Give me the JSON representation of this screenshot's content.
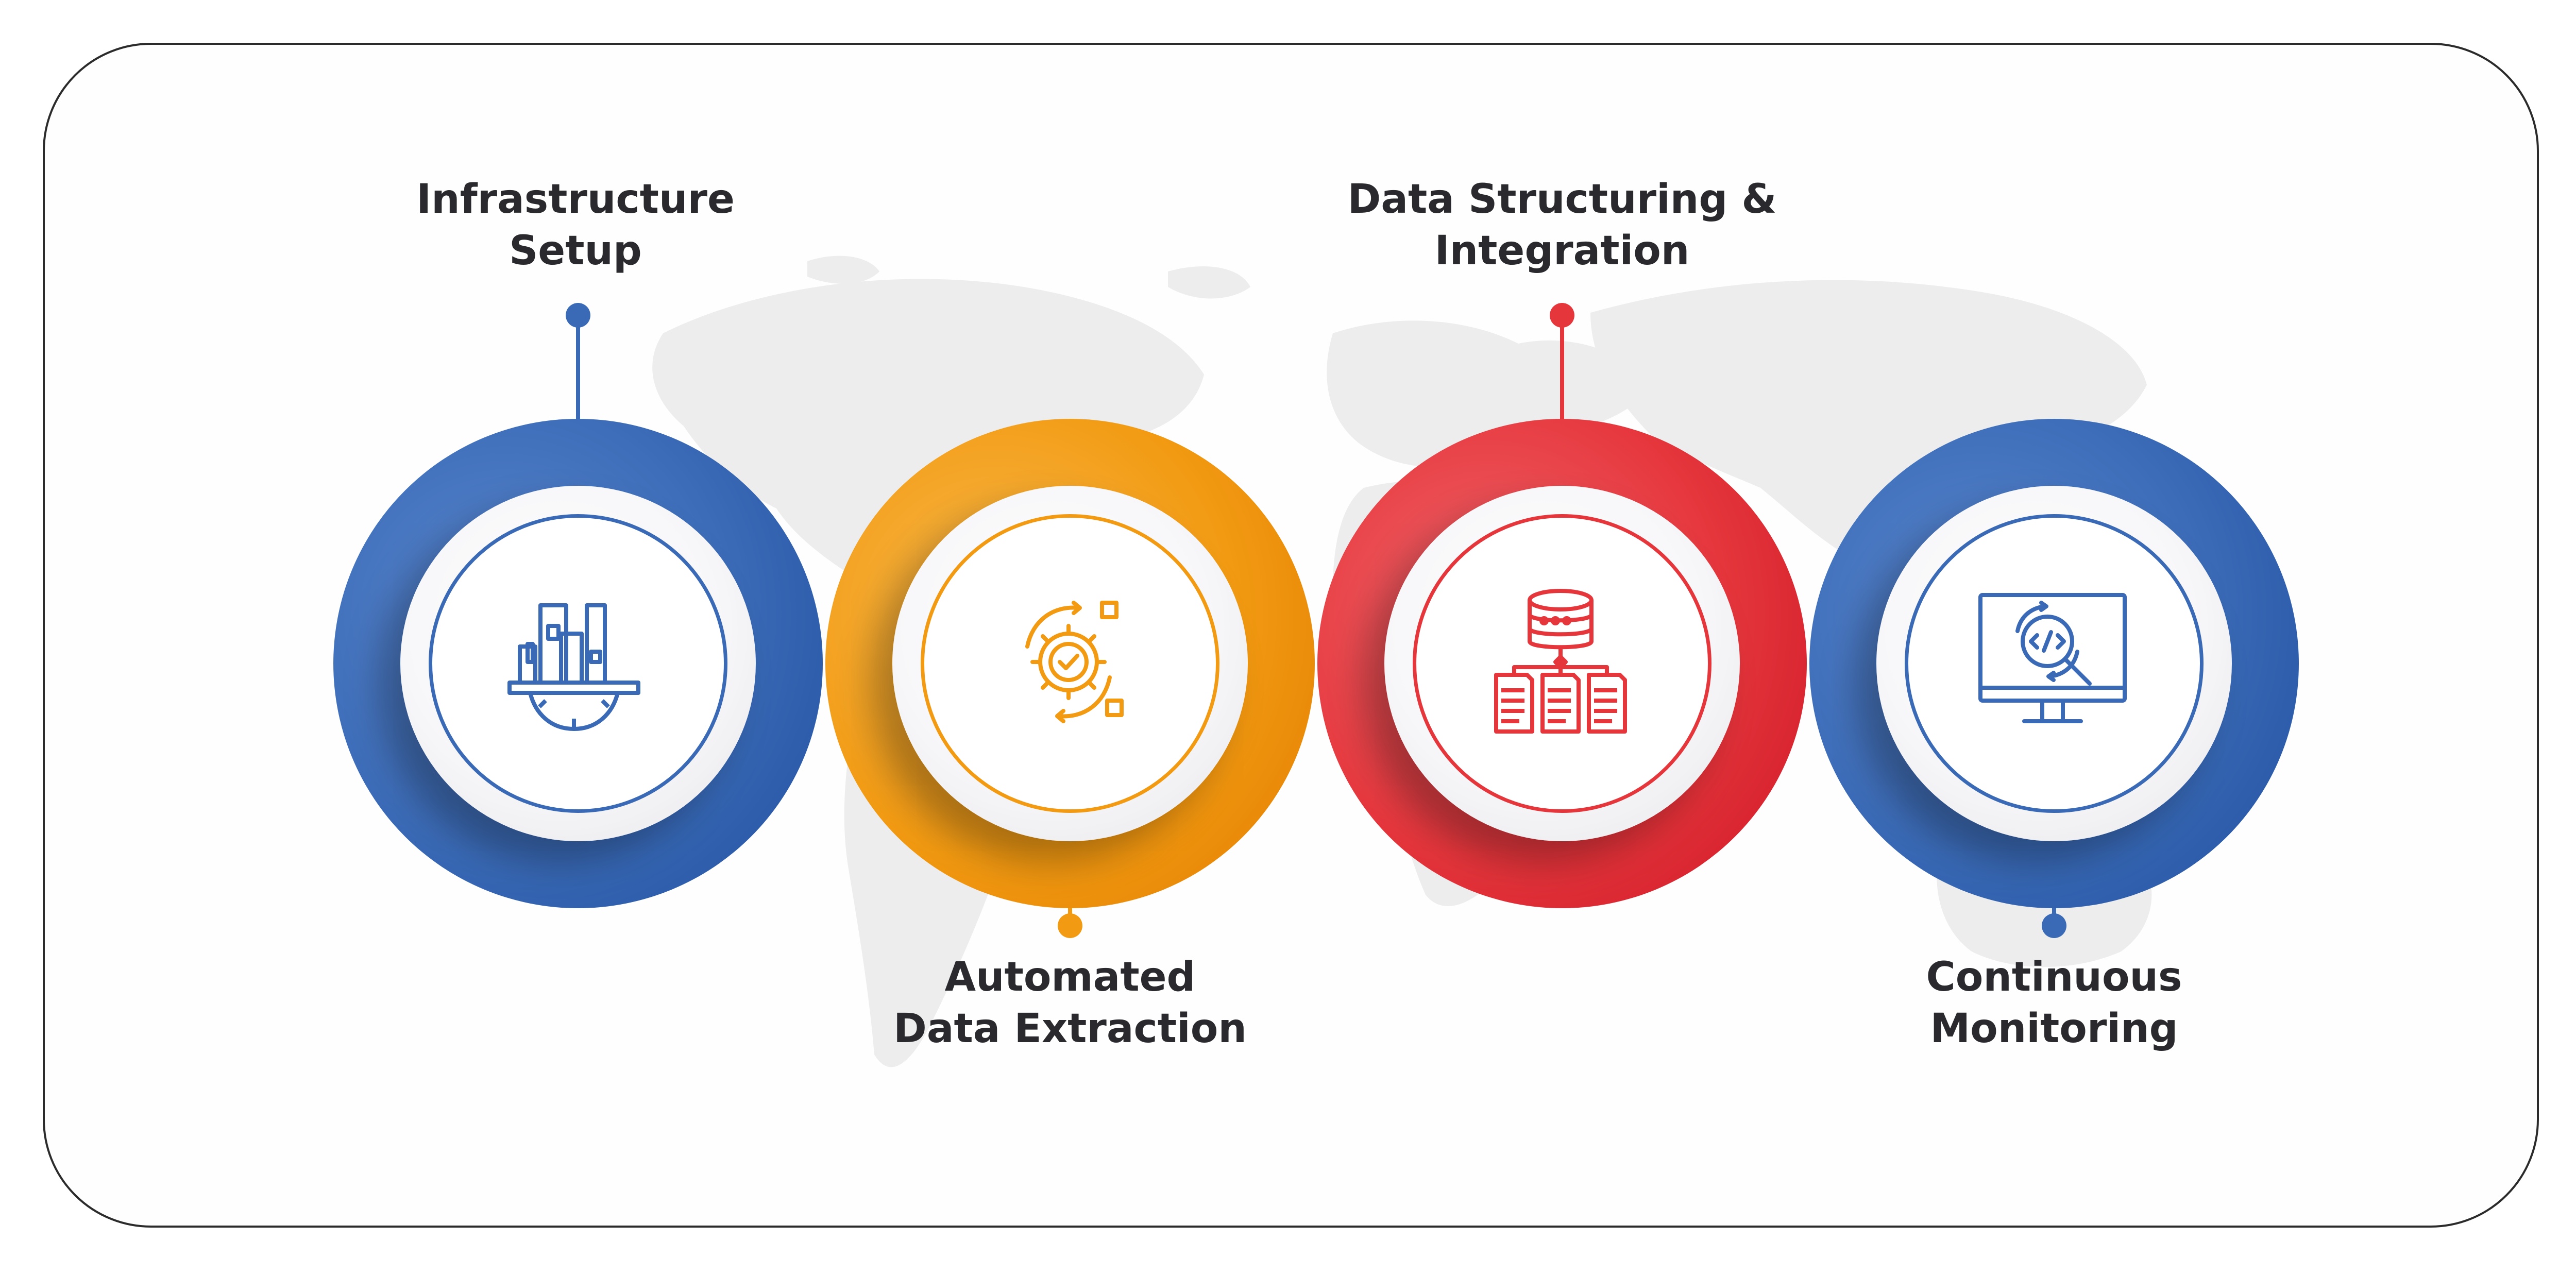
{
  "steps": [
    {
      "line1": "Infrastructure",
      "line2": "Setup",
      "color": "#3a6ab6",
      "icon": "factory-gear-icon"
    },
    {
      "line1": "Automated",
      "line2": "Data Extraction",
      "color": "#f29a12",
      "icon": "automation-gear-icon"
    },
    {
      "line1": "Data Structuring &",
      "line2": "Integration",
      "color": "#e5363c",
      "icon": "database-hierarchy-icon"
    },
    {
      "line1": "Continuous",
      "line2": "Monitoring",
      "color": "#3a6ab6",
      "icon": "monitor-code-search-icon"
    }
  ]
}
